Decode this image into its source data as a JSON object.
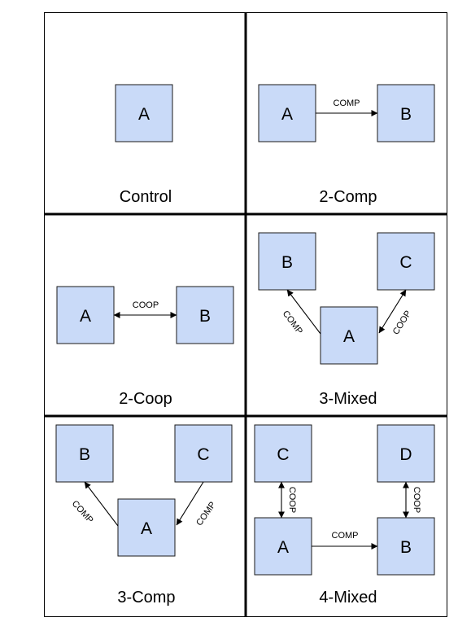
{
  "panels": [
    {
      "title": "Control",
      "nodes": [
        "A"
      ],
      "edges": []
    },
    {
      "title": "2-Comp",
      "nodes": [
        "A",
        "B"
      ],
      "edges": [
        {
          "from": "A",
          "to": "B",
          "label": "COMP",
          "direction": "one-way"
        }
      ]
    },
    {
      "title": "2-Coop",
      "nodes": [
        "A",
        "B"
      ],
      "edges": [
        {
          "from": "A",
          "to": "B",
          "label": "COOP",
          "direction": "two-way"
        }
      ]
    },
    {
      "title": "3-Mixed",
      "nodes": [
        "B",
        "C",
        "A"
      ],
      "edges": [
        {
          "from": "A",
          "to": "B",
          "label": "COMP",
          "direction": "one-way"
        },
        {
          "from": "A",
          "to": "C",
          "label": "COOP",
          "direction": "two-way"
        }
      ]
    },
    {
      "title": "3-Comp",
      "nodes": [
        "B",
        "C",
        "A"
      ],
      "edges": [
        {
          "from": "A",
          "to": "B",
          "label": "COMP",
          "direction": "one-way"
        },
        {
          "from": "C",
          "to": "A",
          "label": "COMP",
          "direction": "one-way"
        }
      ]
    },
    {
      "title": "4-Mixed",
      "nodes": [
        "C",
        "D",
        "A",
        "B"
      ],
      "edges": [
        {
          "from": "A",
          "to": "C",
          "label": "COOP",
          "direction": "two-way"
        },
        {
          "from": "B",
          "to": "D",
          "label": "COOP",
          "direction": "two-way"
        },
        {
          "from": "A",
          "to": "B",
          "label": "COMP",
          "direction": "one-way"
        }
      ]
    }
  ]
}
